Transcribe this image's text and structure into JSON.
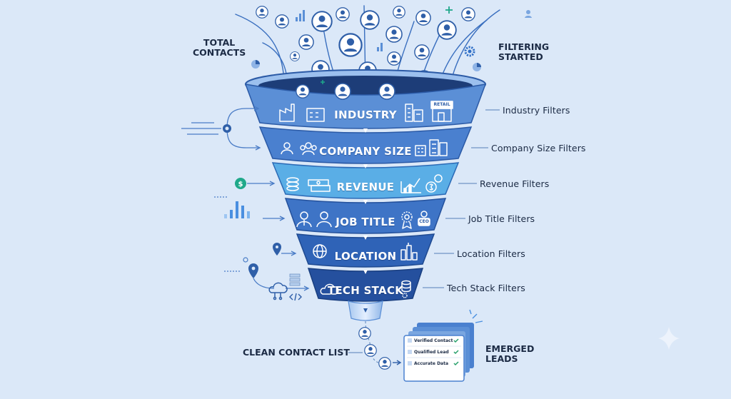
{
  "colors": {
    "background": "#dbe8f8",
    "stage_industry": "#5b8fd6",
    "stage_company": "#4a80cf",
    "stage_revenue": "#5aaee6",
    "stage_job": "#3e74c6",
    "stage_location": "#2f63b7",
    "stage_tech": "#25509e",
    "icon_navy": "#1f3b6e",
    "accent_teal": "#1fa88a",
    "check_green": "#27a06a",
    "text": "#1b2a44"
  },
  "inputs": {
    "total_contacts": "TOTAL\nCONTACTS",
    "filtering_started": "FILTERING\nSTARTED"
  },
  "stages": [
    {
      "title": "INDUSTRY",
      "filter_label": "Industry Filters",
      "icons": [
        "factory-icon",
        "office-building-icon",
        "city-buildings-icon",
        "retail-store-icon"
      ],
      "store_sign": "RETAIL"
    },
    {
      "title": "COMPANY SIZE",
      "filter_label": "Company Size Filters",
      "icons": [
        "person-icon",
        "team-icon",
        "small-office-icon",
        "tall-office-icon"
      ]
    },
    {
      "title": "REVENUE",
      "filter_label": "Revenue Filters",
      "icons": [
        "coin-stack-icon",
        "cash-stack-icon",
        "growth-chart-icon",
        "dollar-coin-icon"
      ]
    },
    {
      "title": "JOB TITLE",
      "filter_label": "Job Title Filters",
      "icons": [
        "businessman-icon",
        "businesswoman-icon",
        "award-badge-icon",
        "ceo-badge-icon"
      ],
      "badge_text": "CEO"
    },
    {
      "title": "LOCATION",
      "filter_label": "Location Filters",
      "icons": [
        "globe-icon",
        "skyline-icon"
      ]
    },
    {
      "title": "TECH STACK",
      "filter_label": "Tech Stack Filters",
      "icons": [
        "code-cloud-icon",
        "database-icon",
        "gear-icon"
      ]
    }
  ],
  "output": {
    "clean_list_label": "CLEAN CONTACT LIST",
    "emerged_label": "EMERGED\nLEADS",
    "card_items": [
      {
        "text": "Verified Contact"
      },
      {
        "text": "Qualified Lead"
      },
      {
        "text": "Accurate Data"
      }
    ]
  },
  "left_side_icons": [
    "dollar-coin-icon",
    "bar-chart-icon",
    "map-pin-icon",
    "cloud-network-icon",
    "server-icon",
    "code-icon"
  ]
}
